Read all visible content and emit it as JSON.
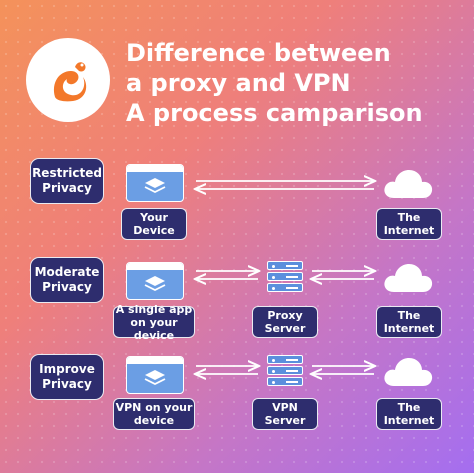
{
  "title": {
    "line1": "Difference between",
    "line2": "a proxy and VPN",
    "line3": "A process camparison"
  },
  "rows": [
    {
      "privacy": "Restricted Privacy",
      "device": "Your Device",
      "server": "",
      "internet": "The Internet"
    },
    {
      "privacy": "Moderate Privacy",
      "device": "A single app on your device",
      "server": "Proxy Server",
      "internet": "The Internet"
    },
    {
      "privacy": "Improve Privacy",
      "device": "VPN on your device",
      "server": "VPN Server",
      "internet": "The Internet"
    }
  ],
  "icons": [
    "squirrel-logo-icon",
    "browser-window-icon",
    "server-icon",
    "cloud-icon",
    "double-arrow-icon"
  ],
  "colors": {
    "label_bg": "#2e2d6e",
    "icon_blue": "#6b9ee4",
    "logo_orange": "#f3782a"
  }
}
